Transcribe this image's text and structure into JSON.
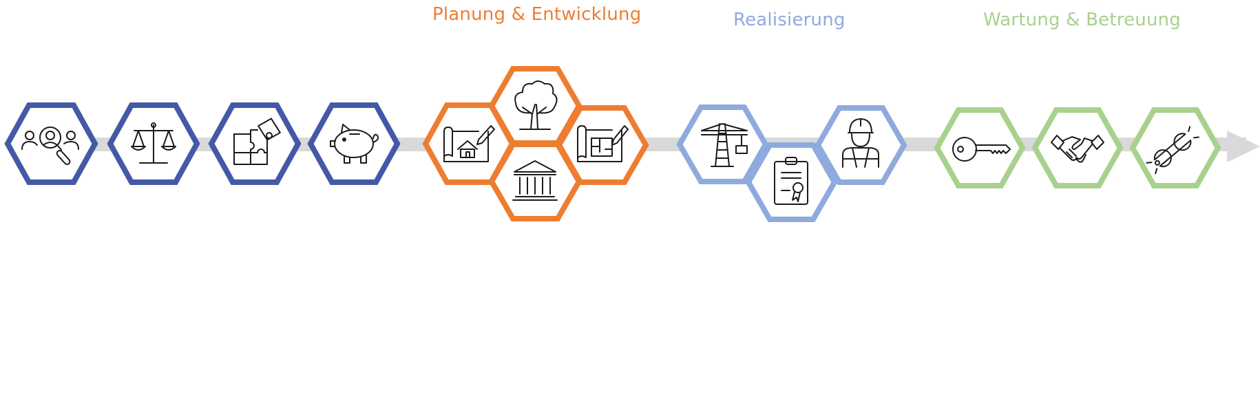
{
  "phases": {
    "planung": {
      "label": "Planung & Entwicklung",
      "color": "#ed7d31"
    },
    "realisierung": {
      "label": "Realisierung",
      "color": "#8faadc"
    },
    "wartung": {
      "label": "Wartung & Betreuung",
      "color": "#a9d18e"
    },
    "vorphase": {
      "color": "#4459a6"
    }
  },
  "timeline": {
    "color": "#d9d9d9",
    "direction": "right"
  },
  "nodes": [
    {
      "id": "analyse",
      "phase": "vorphase",
      "icon": "people-search-icon"
    },
    {
      "id": "recht",
      "phase": "vorphase",
      "icon": "scales-icon"
    },
    {
      "id": "puzzle",
      "phase": "vorphase",
      "icon": "puzzle-icon"
    },
    {
      "id": "finanzierung",
      "phase": "vorphase",
      "icon": "piggy-bank-icon"
    },
    {
      "id": "hausplan",
      "phase": "planung",
      "icon": "house-blueprint-icon"
    },
    {
      "id": "baum",
      "phase": "planung",
      "icon": "tree-icon"
    },
    {
      "id": "behoerde",
      "phase": "planung",
      "icon": "government-building-icon"
    },
    {
      "id": "grundriss",
      "phase": "planung",
      "icon": "floorplan-blueprint-icon"
    },
    {
      "id": "kran",
      "phase": "realisierung",
      "icon": "crane-icon"
    },
    {
      "id": "zertifikat",
      "phase": "realisierung",
      "icon": "certificate-clipboard-icon"
    },
    {
      "id": "bauarbeiter",
      "phase": "realisierung",
      "icon": "construction-worker-icon"
    },
    {
      "id": "schluessel",
      "phase": "wartung",
      "icon": "key-icon"
    },
    {
      "id": "handschlag",
      "phase": "wartung",
      "icon": "handshake-icon"
    },
    {
      "id": "werkzeug",
      "phase": "wartung",
      "icon": "wrench-icon"
    }
  ]
}
